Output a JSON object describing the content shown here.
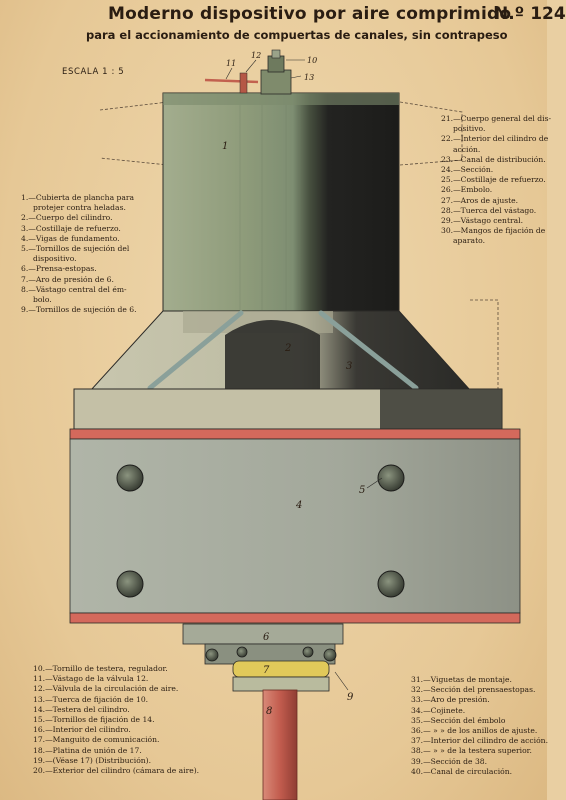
{
  "header": {
    "title": "Moderno dispositivo por aire comprimido",
    "number": "N.º 124",
    "subtitle": "para el accionamiento de compuertas de canales, sin contrapeso",
    "scale": "ESCALA 1 : 5"
  },
  "legend_left_top": [
    "1.—Cubierta de plancha para",
    "protejer contra heladas.",
    "2.—Cuerpo del cilindro.",
    "3.—Costillaje de refuerzo.",
    "4.—Vigas de fundamento.",
    "5.—Tornillos de sujeción del",
    "dispositivo.",
    "6.—Prensa-estopas.",
    "7.—Aro de presión de 6.",
    "8.—Vástago central del ém-",
    "bolo.",
    "9.—Tornillos de sujeción de 6."
  ],
  "legend_right_top": [
    "21.—Cuerpo general del dis-",
    "positivo.",
    "22.—Interior del cilindro de",
    "acción.",
    "23.—Canal de distribución.",
    "24.—Sección.",
    "25.—Costillaje de refuerzo.",
    "26.—Embolo.",
    "27.—Aros de ajuste.",
    "28.—Tuerca del vástago.",
    "29.—Vástago central.",
    "30.—Mangos de fijación de",
    "aparato."
  ],
  "legend_left_bottom": [
    "10.—Tornillo de testera, regulador.",
    "11.—Vástago de la válvula 12.",
    "12.—Válvula de la circulación de aire.",
    "13.—Tuerca de fijación de 10.",
    "14.—Testera del cilindro.",
    "15.—Tornillos de fijación de 14.",
    "16.—Interior del cilindro.",
    "17.—Manguito de comunicación.",
    "18.—Platina de unión de 17.",
    "19.—(Véase 17) (Distribución).",
    "20.—Exterior del cilindro (cámara de aire)."
  ],
  "legend_right_bottom": [
    "31.—Viguetas de montaje.",
    "32.—Sección del prensaestopas.",
    "33.—Aro de presión.",
    "34.—Cojinete.",
    "35.—Sección del émbolo",
    "36.— »   »   de los anillos de ajuste.",
    "37.—Interior del cilindro de acción.",
    "38.— »   »   de la testera superior.",
    "39.—Sección de 38.",
    "40.—Canal de circulación."
  ],
  "callouts": {
    "c1": "1",
    "c2": "2",
    "c3": "3",
    "c4": "4",
    "c5": "5",
    "c6": "6",
    "c7": "7",
    "c8": "8",
    "c9": "9",
    "c10": "10",
    "c11": "11",
    "c12": "12",
    "c13": "13"
  },
  "colors": {
    "paper": "#e9cfa2",
    "cylinder_green": "#8f9c7b",
    "cylinder_shadow": "#2b2a27",
    "beam_gray": "#a2a89a",
    "beam_red": "#d46a5c",
    "rod_red": "#c45e50",
    "ring_yellow": "#e1c95a"
  }
}
